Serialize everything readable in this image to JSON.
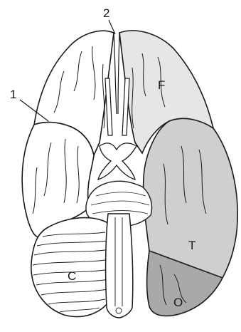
{
  "labels": {
    "callout_1": "1",
    "callout_2": "2",
    "frontal": "F",
    "temporal": "T",
    "occipital": "O",
    "cerebellum": "C"
  },
  "colors": {
    "outline": "#1a1a1a",
    "background": "#ffffff",
    "frontal_shade": "#e6e6e6",
    "temporal_shade": "#cfcfcf",
    "occipital_shade": "#a9a9a9"
  }
}
